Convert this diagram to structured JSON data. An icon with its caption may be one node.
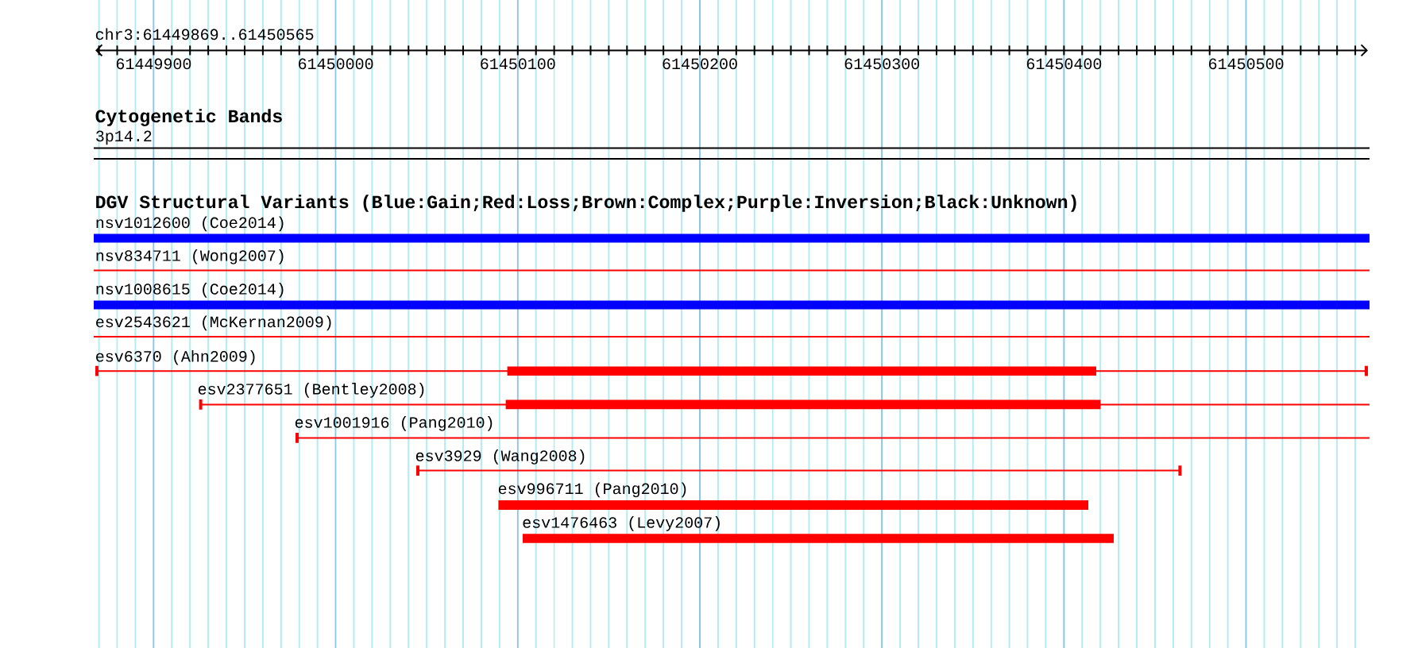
{
  "diagram": {
    "title": "chr3:61449869..61450565",
    "nodes": [
      {
        "text": [
          "3p14.2"
        ]
      },
      {
        "text": [
          "nsv1012600 (Coe2014)"
        ]
      },
      {
        "text": [
          "nsv834711 (Wong2007)"
        ]
      },
      {
        "text": [
          "nsv1008615 (Coe2014)"
        ]
      },
      {
        "text": [
          "esv2543621 (McKernan2009)"
        ]
      },
      {
        "text": [
          "esv6370 (Ahn2009)"
        ]
      },
      {
        "text": [
          "esv2377651 (Bentley2008)"
        ]
      },
      {
        "text": [
          "esv1001916 (Pang2010)"
        ]
      },
      {
        "text": [
          "esv3929 (Wang2008)"
        ]
      },
      {
        "text": [
          "esv996711 (Pang2010)"
        ]
      },
      {
        "text": [
          "esv1476463 (Levy2007)"
        ]
      }
    ],
    "labels": [
      "61449900",
      "61450000",
      "61450100",
      "61450200",
      "61450300",
      "61450400",
      "61450500",
      "Cytogenetic Bands",
      "DGV Structural Variants (Blue:Gain;Red:Loss;Brown:Complex;Purple:Inversion;Black:Unknown)"
    ]
  }
}
